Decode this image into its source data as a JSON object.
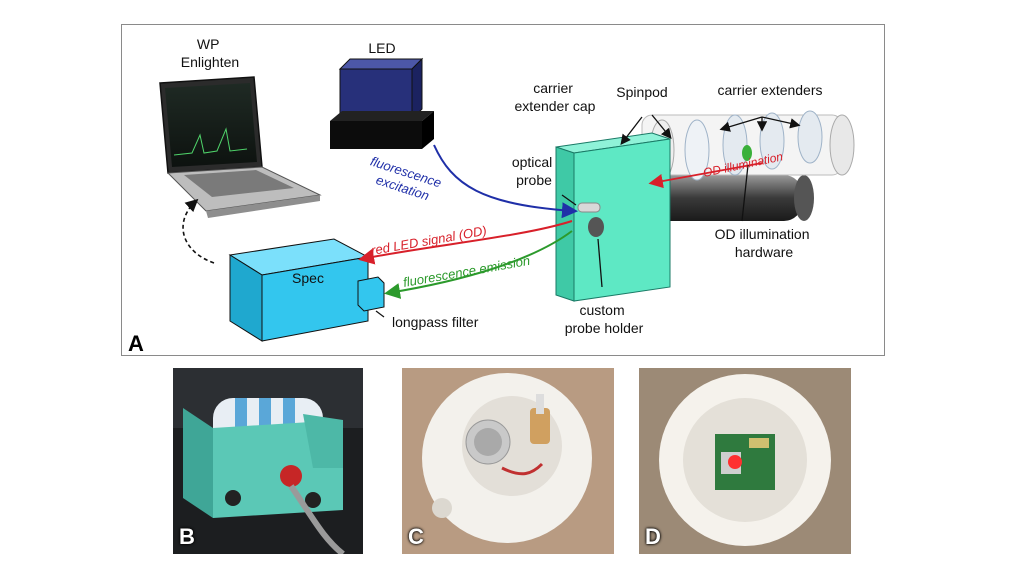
{
  "panel_a": {
    "panel_letter": "A",
    "labels": {
      "software": "WP\nEnlighten",
      "led": "LED",
      "carrier_extender_cap": "carrier\nextender cap",
      "spinpod": "Spinpod",
      "carrier_extenders": "carrier extenders",
      "optical_probe": "optical\nprobe",
      "od_illumination": "OD illumination",
      "od_illumination_hardware": "OD illumination\nhardware",
      "fluorescence_excitation": "fluorescence\nexcitation",
      "red_led_signal": "red LED signal (OD)",
      "fluorescence_emission": "fluorescence emission",
      "spec": "Spec",
      "longpass_filter": "longpass filter",
      "custom_probe_holder": "custom\nprobe holder"
    },
    "colors": {
      "excitation": "#1f2fa8",
      "od_signal": "#d8202a",
      "emission": "#2c9a2c",
      "spec_box": "#33c6ee",
      "holder": "#5ee8c4",
      "led_blue": "#27307a"
    }
  },
  "photos": [
    {
      "letter": "B"
    },
    {
      "letter": "C"
    },
    {
      "letter": "D"
    }
  ]
}
